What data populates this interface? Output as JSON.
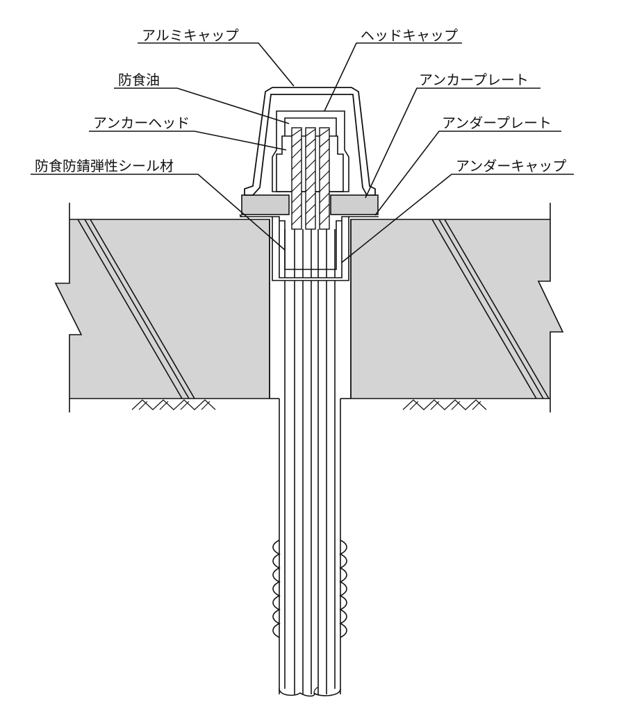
{
  "labels": {
    "aluminum_cap": "アルミキャップ",
    "head_cap": "ヘッドキャップ",
    "anticorrosion_oil": "防食油",
    "anchor_plate": "アンカープレート",
    "anchor_head": "アンカーヘッド",
    "under_plate": "アンダープレート",
    "sealant": "防食防錆弾性シール材",
    "under_cap": "アンダーキャップ"
  },
  "colors": {
    "concrete": "#d4d4d4",
    "plate": "#cfcfcf",
    "line": "#111111",
    "background": "#ffffff"
  }
}
